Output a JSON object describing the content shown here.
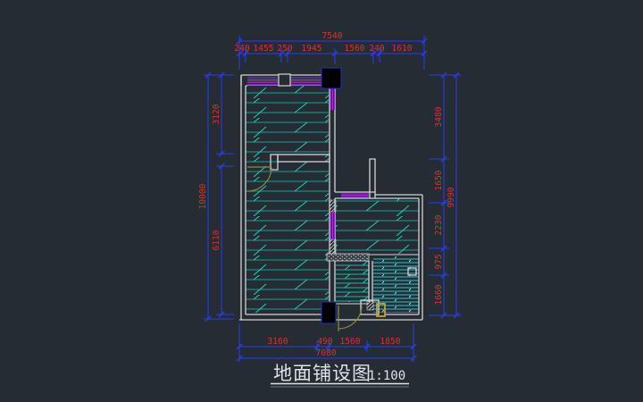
{
  "title": {
    "text": "地面铺设图",
    "scale_label": "1:100"
  },
  "dimensions": {
    "top": {
      "total": "7540",
      "segments": [
        "240",
        "1455",
        "250",
        "1945",
        "1560",
        "240",
        "1610"
      ]
    },
    "bottom": {
      "total": "7080",
      "segments": [
        "3160",
        "490",
        "1560",
        "1850"
      ]
    },
    "left": {
      "total": "10000",
      "segments": [
        "3120",
        "6110"
      ]
    },
    "right": {
      "total": "9990",
      "segments": [
        "3480",
        "1650",
        "2230",
        "975",
        "1660"
      ]
    }
  },
  "palette": {
    "background": "#262c33",
    "dimension_line": "#2b3bf2",
    "dimension_text": "#d83232",
    "wall": "#d4d4d4",
    "window_magenta": "#c02fc0",
    "window_purple": "#7b2fd0",
    "door_olive": "#8b8b40",
    "floor_wood": "#17a093",
    "floor_wood_tick": "#2bcab9",
    "floor_tile": "#27c6c6",
    "column_fill": "#000000",
    "accent_box": "#c8a028"
  }
}
